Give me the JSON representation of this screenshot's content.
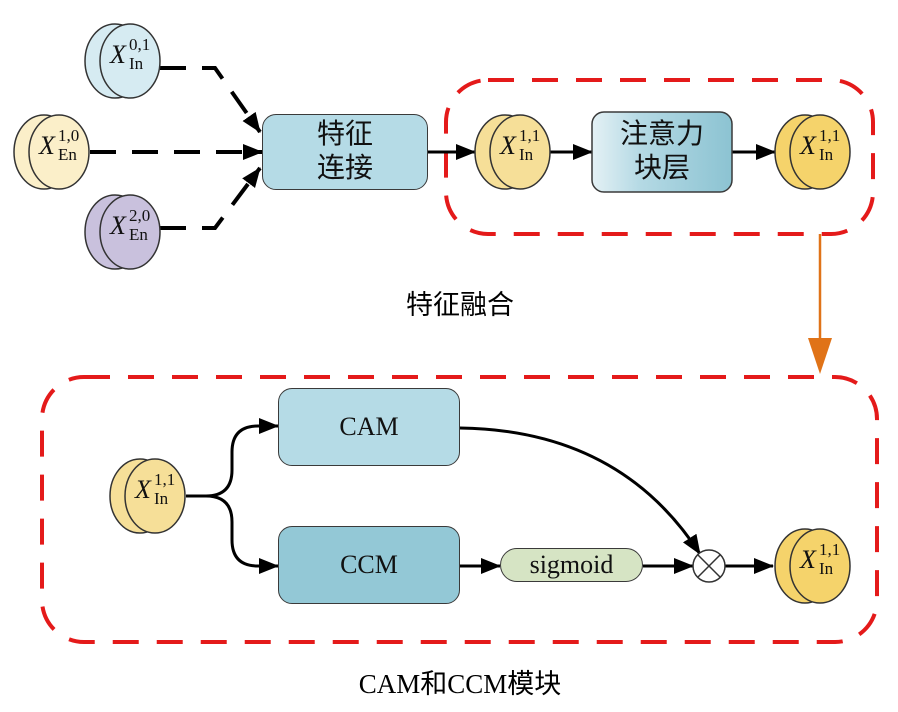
{
  "title_top": "特征融合",
  "title_bottom": "CAM和CCM模块",
  "colors": {
    "node_light_blue": "#d6ebf2",
    "node_cream": "#fbefc9",
    "node_purple": "#c9c1dd",
    "node_yellow_light": "#f6df98",
    "node_yellow": "#f5d36b",
    "box_blue": "#b5dbe6",
    "box_blue_dark": "#93c8d6",
    "sigmoid_green": "#d6e4c4",
    "dashed_red": "#e41a1a",
    "orange_arrow": "#e07318"
  },
  "top": {
    "inputs": [
      {
        "base": "X",
        "sup": "0,1",
        "sub": "In"
      },
      {
        "base": "X",
        "sup": "1,0",
        "sub": "En"
      },
      {
        "base": "X",
        "sup": "2,0",
        "sub": "En"
      }
    ],
    "concat_box": {
      "line1": "特征",
      "line2": "连接"
    },
    "attention_box": {
      "line1": "注意力",
      "line2": "块层"
    },
    "mid_node": {
      "base": "X",
      "sup": "1,1",
      "sub": "In"
    },
    "out_node": {
      "base": "X",
      "sup": "1,1",
      "sub": "In"
    }
  },
  "bottom": {
    "in_node": {
      "base": "X",
      "sup": "1,1",
      "sub": "In"
    },
    "cam_label": "CAM",
    "ccm_label": "CCM",
    "sigmoid_label": "sigmoid",
    "multiply_symbol": "⊗",
    "out_node": {
      "base": "X",
      "sup": "1,1",
      "sub": "In"
    }
  }
}
